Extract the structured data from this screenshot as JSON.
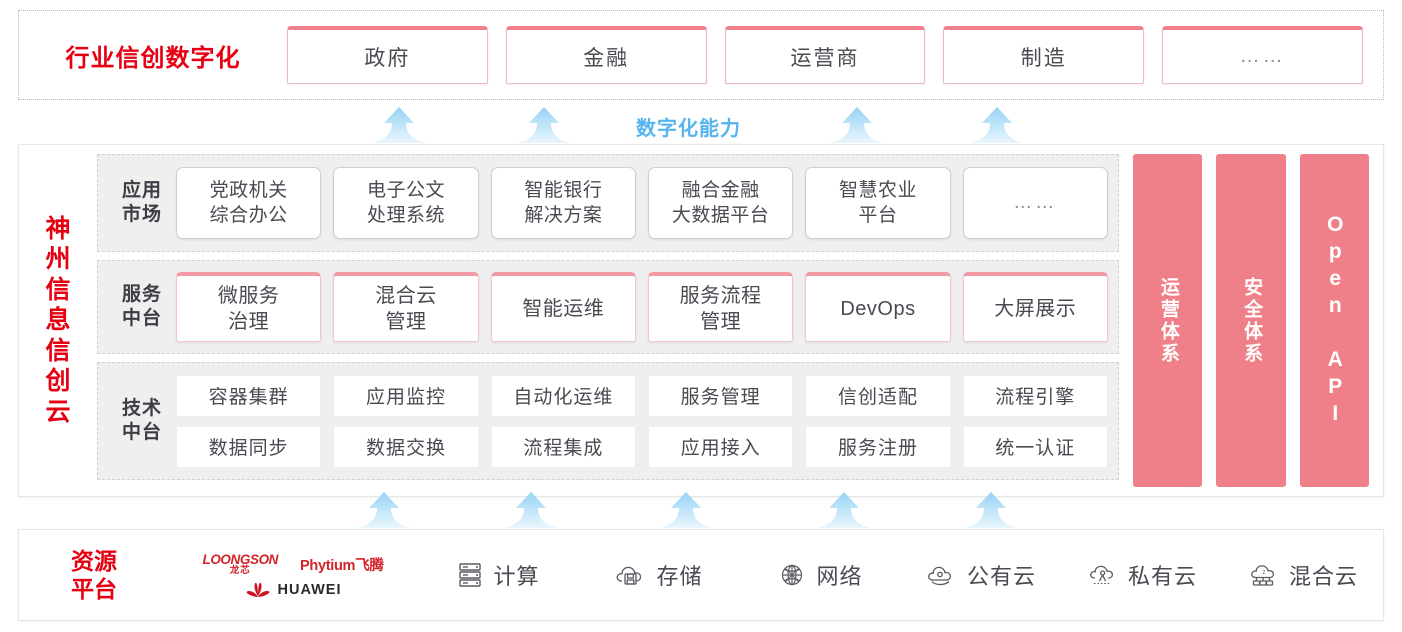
{
  "industry": {
    "title": "行业信创数字化",
    "boxes": [
      {
        "label": "政府"
      },
      {
        "label": "金融"
      },
      {
        "label": "运营商"
      },
      {
        "label": "制造"
      },
      {
        "label": "……"
      }
    ]
  },
  "capability_label": "数字化能力",
  "cloud": {
    "title_chars": [
      "神",
      "州",
      "信",
      "息",
      "信",
      "创",
      "云"
    ],
    "layers": [
      {
        "id": "app-market",
        "label": "应用\n市场",
        "label_lines": [
          "应用",
          "市场"
        ],
        "items": [
          {
            "lines": [
              "党政机关",
              "综合办公"
            ]
          },
          {
            "lines": [
              "电子公文",
              "处理系统"
            ]
          },
          {
            "lines": [
              "智能银行",
              "解决方案"
            ]
          },
          {
            "lines": [
              "融合金融",
              "大数据平台"
            ]
          },
          {
            "lines": [
              "智慧农业",
              "平台"
            ]
          },
          {
            "lines": [
              "……"
            ],
            "dots": true
          }
        ]
      },
      {
        "id": "service-platform",
        "label_lines": [
          "服务",
          "中台"
        ],
        "items": [
          {
            "lines": [
              "微服务",
              "治理"
            ]
          },
          {
            "lines": [
              "混合云",
              "管理"
            ]
          },
          {
            "lines": [
              "智能运维"
            ]
          },
          {
            "lines": [
              "服务流程",
              "管理"
            ]
          },
          {
            "lines": [
              "DevOps"
            ]
          },
          {
            "lines": [
              "大屏展示"
            ]
          }
        ]
      },
      {
        "id": "tech-platform",
        "label_lines": [
          "技术",
          "中台"
        ],
        "rows": [
          [
            "容器集群",
            "应用监控",
            "自动化运维",
            "服务管理",
            "信创适配",
            "流程引擎"
          ],
          [
            "数据同步",
            "数据交换",
            "流程集成",
            "应用接入",
            "服务注册",
            "统一认证"
          ]
        ]
      }
    ],
    "side_panels": [
      {
        "text": "运营体系",
        "vertical": true
      },
      {
        "text": "安全体系",
        "vertical": true
      },
      {
        "text": "Open API",
        "vertical": true
      }
    ]
  },
  "resource": {
    "title_lines": [
      "资源",
      "平台"
    ],
    "vendors": {
      "loongson_en": "LOONGSON",
      "loongson_cn": "龙芯",
      "phytium": "Phytium飞腾",
      "huawei": "HUAWEI"
    },
    "items": [
      {
        "label": "计算",
        "icon": "server-icon"
      },
      {
        "label": "存储",
        "icon": "cloud-storage-icon"
      },
      {
        "label": "网络",
        "icon": "network-icon"
      },
      {
        "label": "公有云",
        "icon": "public-cloud-icon"
      },
      {
        "label": "私有云",
        "icon": "private-cloud-icon"
      },
      {
        "label": "混合云",
        "icon": "hybrid-cloud-icon"
      }
    ]
  },
  "colors": {
    "brand_red": "#e60012",
    "panel_pink": "#ef8089",
    "accent_blue": "#56b4ef",
    "box_border_pink": "#f19aa5"
  }
}
